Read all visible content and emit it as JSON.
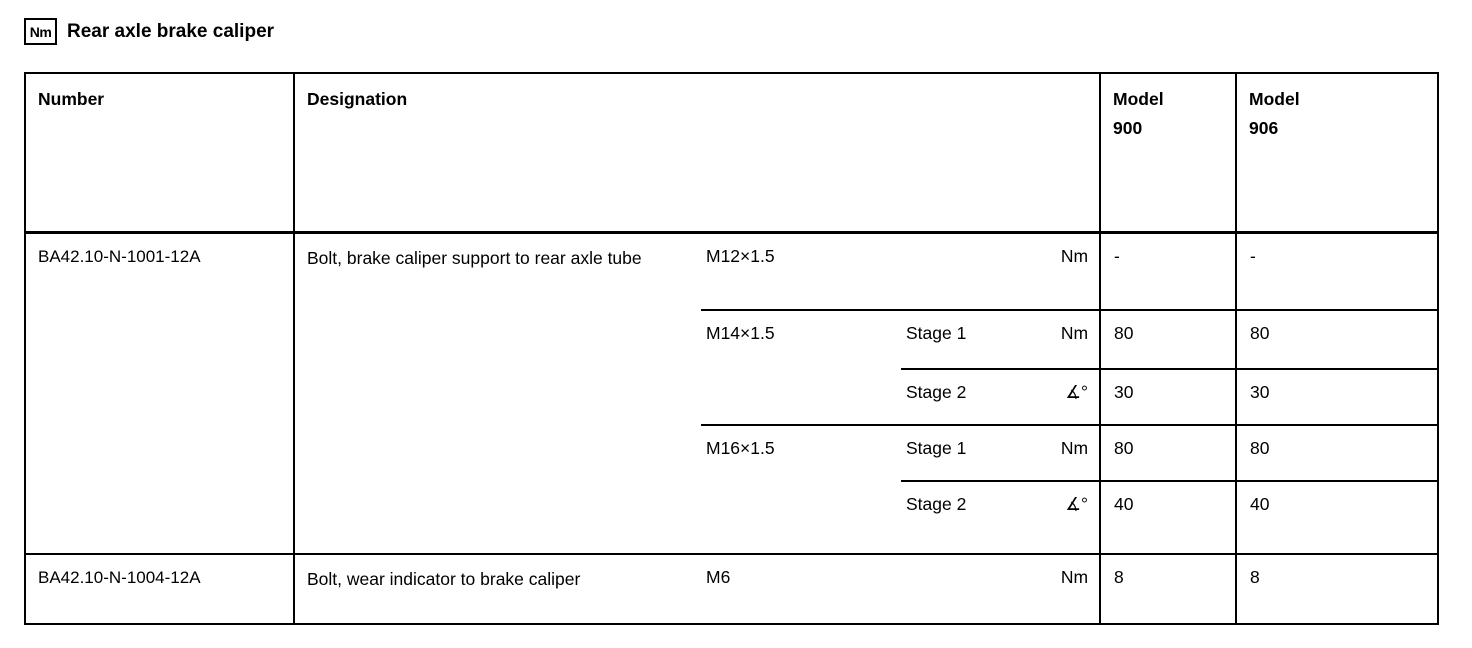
{
  "page": {
    "icon_label": "Nm",
    "title": "Rear axle brake caliper"
  },
  "table": {
    "columns": {
      "number": "Number",
      "designation": "Designation",
      "model_900": {
        "line1": "Model",
        "line2": "900"
      },
      "model_906": {
        "line1": "Model",
        "line2": "906"
      }
    },
    "rows": [
      {
        "number": "BA42.10-N-1001-12A",
        "designation": "Bolt, brake caliper support to rear axle tube",
        "specs": [
          {
            "thread": "M12×1.5",
            "stage": "",
            "unit": "Nm",
            "model_900": "-",
            "model_906": "-"
          },
          {
            "thread": "M14×1.5",
            "stage": "Stage 1",
            "unit": "Nm",
            "model_900": "80",
            "model_906": "80"
          },
          {
            "thread": "",
            "stage": "Stage 2",
            "unit": "∡°",
            "model_900": "30",
            "model_906": "30"
          },
          {
            "thread": "M16×1.5",
            "stage": "Stage 1",
            "unit": "Nm",
            "model_900": "80",
            "model_906": "80"
          },
          {
            "thread": "",
            "stage": "Stage 2",
            "unit": "∡°",
            "model_900": "40",
            "model_906": "40"
          }
        ]
      },
      {
        "number": "BA42.10-N-1004-12A",
        "designation": "Bolt, wear indicator to brake caliper",
        "specs": [
          {
            "thread": "M6",
            "stage": "",
            "unit": "Nm",
            "model_900": "8",
            "model_906": "8"
          }
        ]
      }
    ]
  }
}
